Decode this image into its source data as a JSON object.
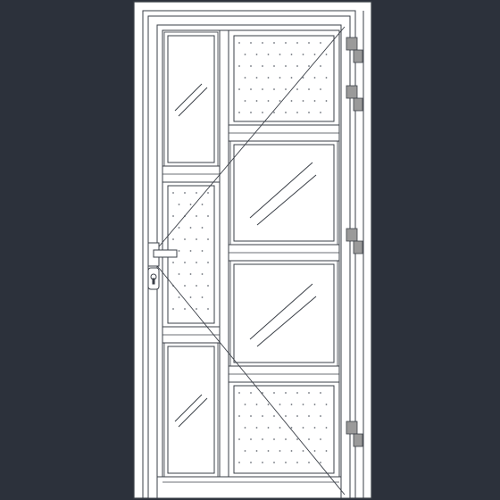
{
  "drawing": {
    "background_color": "#2c313b",
    "frame_fill": "#ffffff",
    "line_color": "#3a3f47",
    "hinge_fill": "#9a9a9a",
    "dot_color": "#6a6f77",
    "panels": [
      {
        "id": "top-left",
        "kind": "glass"
      },
      {
        "id": "mid-left",
        "kind": "dotted"
      },
      {
        "id": "bottom-left",
        "kind": "glass"
      },
      {
        "id": "top-right",
        "kind": "dotted"
      },
      {
        "id": "upper-right",
        "kind": "glass"
      },
      {
        "id": "lower-right",
        "kind": "glass"
      },
      {
        "id": "bottom-right",
        "kind": "dotted"
      }
    ],
    "hinge_count": 4,
    "hardware": [
      "lever-handle",
      "cylinder-lock"
    ],
    "opening_swing": "inward-hinged-right"
  }
}
